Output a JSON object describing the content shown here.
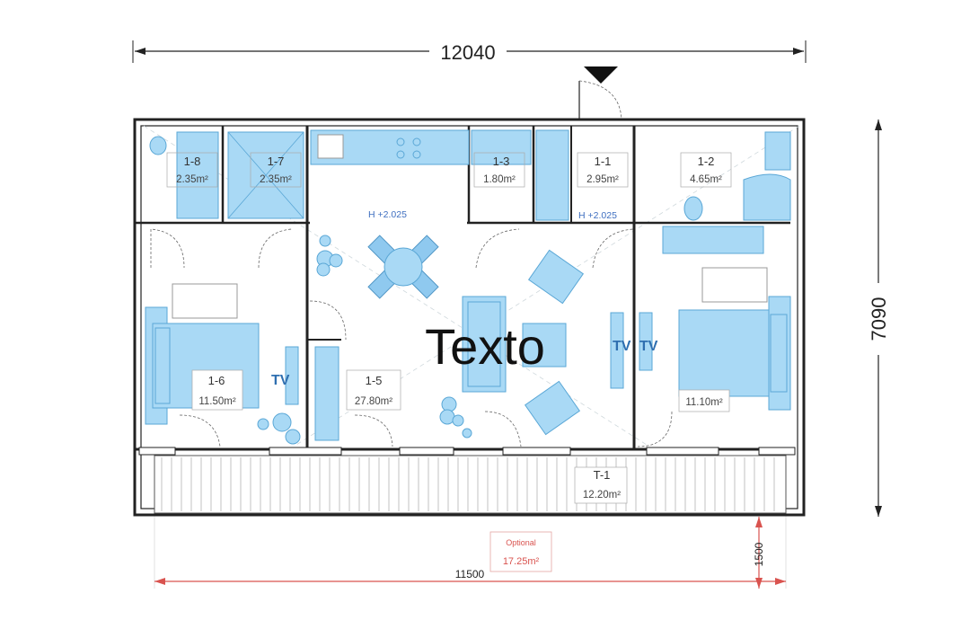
{
  "dimensions": {
    "total_width": "12040",
    "total_depth": "7090",
    "terrace_width": "11500",
    "terrace_depth": "1500"
  },
  "rooms": {
    "r18": {
      "id": "1-8",
      "area": "2.35m²"
    },
    "r17": {
      "id": "1-7",
      "area": "2.35m²"
    },
    "r13": {
      "id": "1-3",
      "area": "1.80m²"
    },
    "r11": {
      "id": "1-1",
      "area": "2.95m²"
    },
    "r12": {
      "id": "1-2",
      "area": "4.65m²"
    },
    "r16": {
      "id": "1-6",
      "area": "11.50m²"
    },
    "r15": {
      "id": "1-5",
      "area": "27.80m²"
    },
    "r14": {
      "id": "",
      "area": "11.10m²"
    },
    "t1": {
      "id": "T-1",
      "area": "12.20m²"
    }
  },
  "optional": {
    "label": "Optional",
    "area": "17.25m²"
  },
  "heights": {
    "left": "H +2.025",
    "right": "H +2.025"
  },
  "tv_labels": {
    "tv1": "TV",
    "tv2": "TV",
    "tv3": "TV"
  },
  "overlay_text": "Texto",
  "colors": {
    "furniture": "#a9d9f5",
    "walls": "#222222",
    "accent_red": "#d9534f"
  },
  "icons": {
    "entrance": "entrance-arrow-icon"
  }
}
